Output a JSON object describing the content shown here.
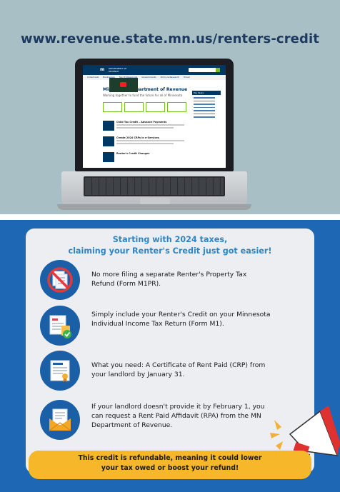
{
  "url_banner": "www.revenue.state.mn.us/renters-credit",
  "laptop_screen": {
    "logo": "m",
    "logo_sub": "DEPARTMENT OF REVENUE",
    "nav": [
      "Individuals",
      "Businesses",
      "Tax Professionals",
      "Governments",
      "Policy & Research",
      "Email"
    ],
    "title": "Minnesota Department of Revenue",
    "subtitle": "Working together to fund the future for all of Minnesota",
    "cards": [
      {
        "title": "Child Tax Credit – Advance Payments"
      },
      {
        "title": "Create 2024 CRPs in e-Services"
      },
      {
        "title": "Renter's Credit Changes"
      }
    ],
    "sidebar_heading": "Top Tasks",
    "colors": {
      "header": "#003865",
      "accent": "#78be21"
    }
  },
  "headline": {
    "line1": "Starting with 2024 taxes,",
    "line2": "claiming your Renter's Credit just got easier!"
  },
  "items": [
    {
      "icon": "no-forms-icon",
      "text": "No more filing a separate Renter's Property Tax Refund (Form M1PR)."
    },
    {
      "icon": "tax-return-icon",
      "text": "Simply include your Renter's Credit on your Minnesota Individual Income Tax Return (Form M1)."
    },
    {
      "icon": "certificate-icon",
      "text": "What you need: A Certificate of Rent Paid (CRP) from your landlord by January 31."
    },
    {
      "icon": "envelope-document-icon",
      "text": "If your landlord doesn't provide it by February 1, you can request a Rent Paid Affidavit (RPA) from the MN Department of Revenue."
    }
  ],
  "banner": {
    "line1": "This credit is refundable, meaning it could lower",
    "line2": "your tax owed or boost your refund!"
  },
  "colors": {
    "top_background": "#a9bfc6",
    "url_text": "#1f3a60",
    "bottom_background": "#1e67b4",
    "card": "#eceef1",
    "headline": "#2d86c7",
    "icon_circle": "#1b5fa6",
    "banner": "#f6b82a"
  }
}
